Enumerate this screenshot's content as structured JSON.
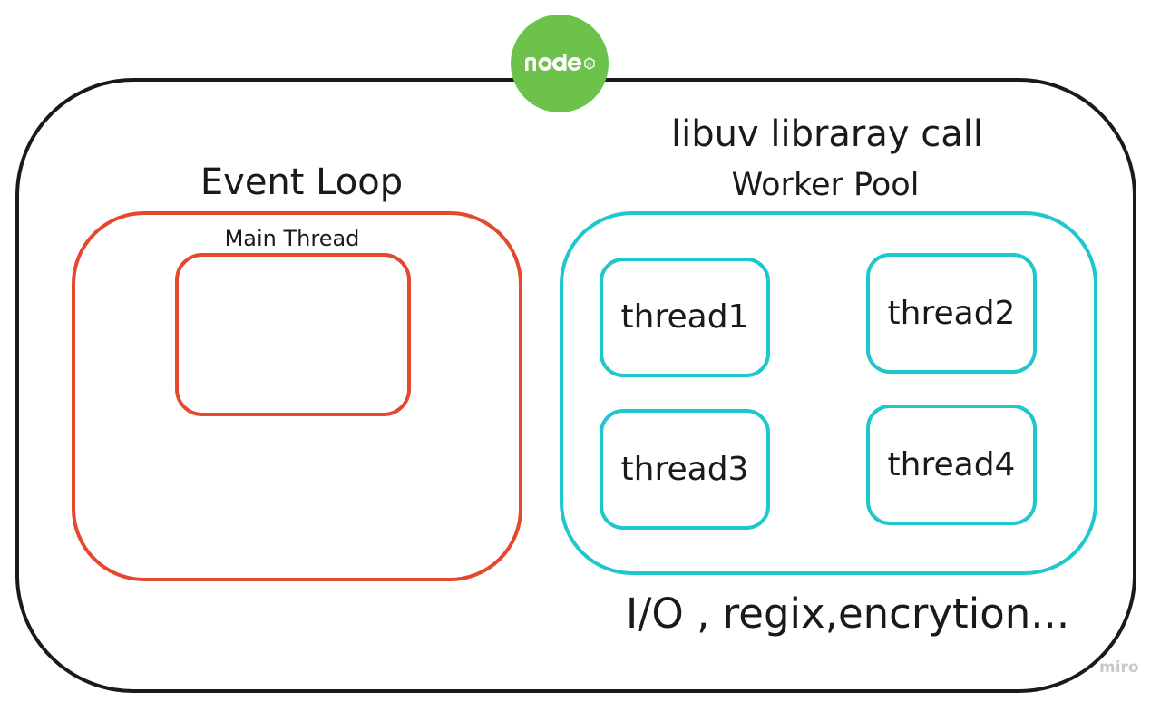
{
  "logo": {
    "icon": "nodejs-logo",
    "text": "node",
    "color": "#6cc24a"
  },
  "libuv": {
    "title": "libuv libraray call"
  },
  "event_loop": {
    "title": "Event Loop",
    "main_thread_label": "Main Thread",
    "color": "#e4492e"
  },
  "worker_pool": {
    "title": "Worker Pool",
    "color": "#1ec7cc",
    "threads": [
      {
        "label": "thread1"
      },
      {
        "label": "thread2"
      },
      {
        "label": "thread3"
      },
      {
        "label": "thread4"
      }
    ]
  },
  "caption": "I/O , regix,encrytion...",
  "watermark": "miro"
}
